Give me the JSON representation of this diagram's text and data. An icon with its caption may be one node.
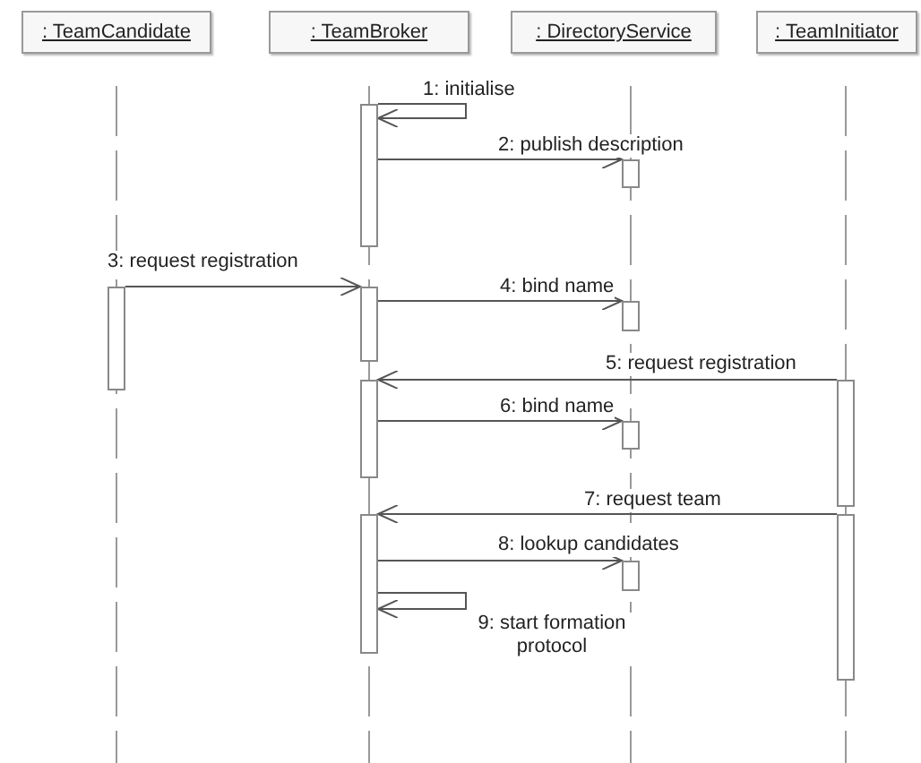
{
  "diagram": {
    "nodes": [
      {
        "text": [
          ": TeamCandidate"
        ]
      },
      {
        "text": [
          ": TeamBroker"
        ]
      },
      {
        "text": [
          ": DirectoryService"
        ]
      },
      {
        "text": [
          ": TeamInitiator"
        ]
      },
      {
        "text": [],
        "shape": "bar"
      },
      {
        "text": [],
        "shape": "bar"
      },
      {
        "text": [],
        "shape": "bar"
      },
      {
        "text": [],
        "shape": "bar"
      },
      {
        "text": [],
        "shape": "bar"
      },
      {
        "text": [],
        "shape": "bar"
      },
      {
        "text": [],
        "shape": "bar"
      },
      {
        "text": [],
        "shape": "bar"
      },
      {
        "text": [],
        "shape": "bar"
      },
      {
        "text": [],
        "shape": "bar"
      },
      {
        "text": [],
        "shape": "bar"
      }
    ],
    "edges": [
      {
        "from": 4,
        "to": 4,
        "arrow": "to",
        "label": "1: initialise"
      },
      {
        "from": 4,
        "to": 5,
        "arrow": "to",
        "label": "2: publish description"
      },
      {
        "from": 6,
        "to": 7,
        "arrow": "to",
        "label": "3: request registration"
      },
      {
        "from": 7,
        "to": 8,
        "arrow": "to",
        "label": "4: bind name"
      },
      {
        "from": 9,
        "to": 10,
        "arrow": "to",
        "label": "5: request registration"
      },
      {
        "from": 10,
        "to": 11,
        "arrow": "to",
        "label": "6: bind name"
      },
      {
        "from": 12,
        "to": 13,
        "arrow": "to",
        "label": "7: request team"
      },
      {
        "from": 13,
        "to": 14,
        "arrow": "to",
        "label": "8: lookup candidates"
      },
      {
        "from": 13,
        "to": 13,
        "arrow": "to",
        "label": "9: start formation protocol"
      }
    ]
  }
}
